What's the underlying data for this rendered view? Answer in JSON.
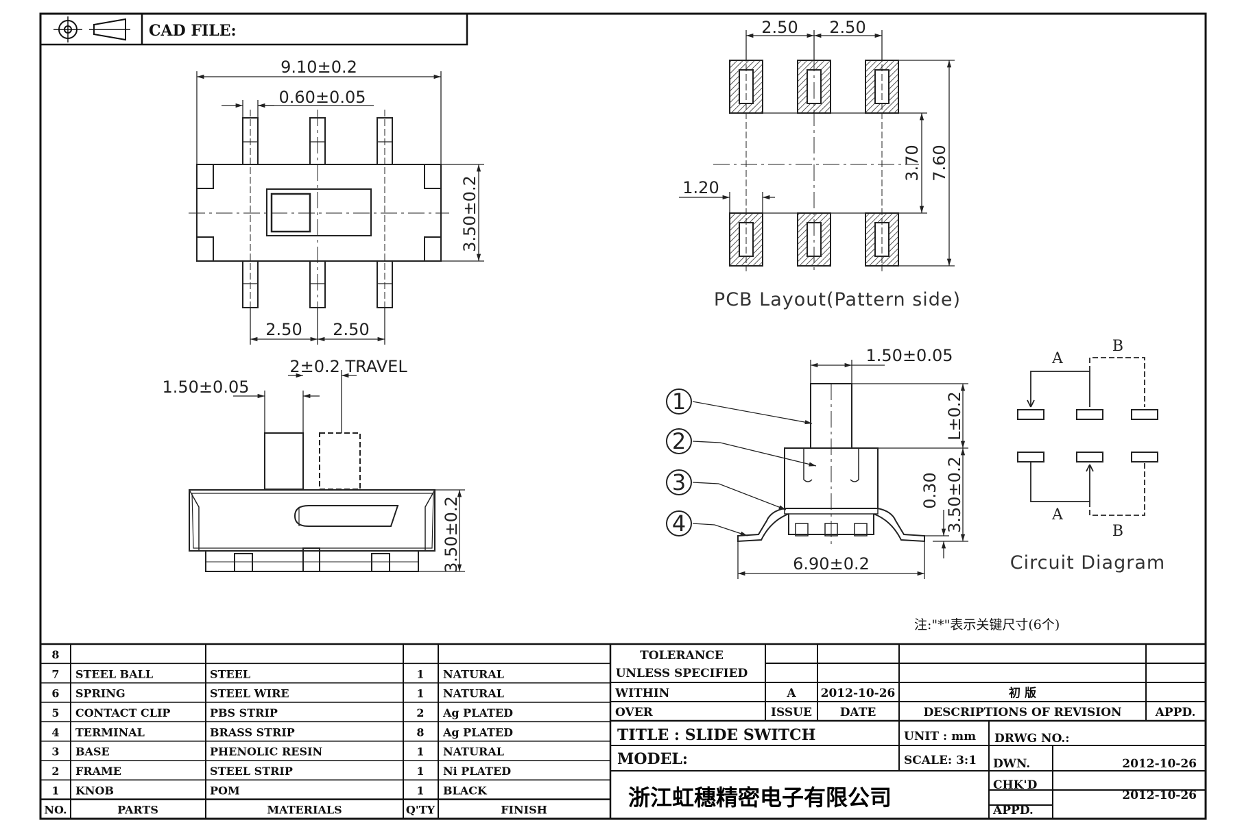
{
  "header": {
    "cad_label": "CAD FILE:"
  },
  "top_view": {
    "dims": {
      "overall_width": "9.10±0.2",
      "pin_width": "0.60±0.05",
      "height": "3.50±0.2",
      "pitch_left": "2.50",
      "pitch_right": "2.50"
    }
  },
  "side_view": {
    "dims": {
      "knob_width": "1.50±0.05",
      "travel": "2±0.2 TRAVEL",
      "height": "3.50±0.2"
    }
  },
  "pcb_layout": {
    "title": "PCB Layout(Pattern side)",
    "dims": {
      "pitch_left": "2.50",
      "pitch_right": "2.50",
      "pad_width": "1.20",
      "inner": "3.70",
      "outer": "7.60"
    }
  },
  "front_view": {
    "dims": {
      "knob_width": "1.50±0.05",
      "knob_height": "L±0.2",
      "offset": "0.30",
      "body_height": "3.50±0.2",
      "base_width": "6.90±0.2"
    },
    "balloons": [
      "1",
      "2",
      "3",
      "4"
    ]
  },
  "circuit": {
    "title": "Circuit Diagram",
    "label_a": "A",
    "label_b": "B"
  },
  "note": "注:\"*\"表示关键尺寸(6个)",
  "bom": {
    "rows": [
      {
        "no": "8",
        "part": "",
        "material": "",
        "qty": "",
        "finish": ""
      },
      {
        "no": "7",
        "part": "STEEL BALL",
        "material": "STEEL",
        "qty": "1",
        "finish": "NATURAL"
      },
      {
        "no": "6",
        "part": "SPRING",
        "material": "STEEL WIRE",
        "qty": "1",
        "finish": "NATURAL"
      },
      {
        "no": "5",
        "part": "CONTACT CLIP",
        "material": "PBS STRIP",
        "qty": "2",
        "finish": "Ag PLATED"
      },
      {
        "no": "4",
        "part": "TERMINAL",
        "material": "BRASS STRIP",
        "qty": "8",
        "finish": "Ag PLATED"
      },
      {
        "no": "3",
        "part": "BASE",
        "material": "PHENOLIC RESIN",
        "qty": "1",
        "finish": "NATURAL"
      },
      {
        "no": "2",
        "part": "FRAME",
        "material": "STEEL STRIP",
        "qty": "1",
        "finish": "Ni PLATED"
      },
      {
        "no": "1",
        "part": "KNOB",
        "material": "POM",
        "qty": "1",
        "finish": "BLACK"
      }
    ],
    "header": {
      "no": "NO.",
      "part": "PARTS",
      "material": "MATERIALS",
      "qty": "Q'TY",
      "finish": "FINISH"
    }
  },
  "title_block": {
    "tolerance": "TOLERANCE",
    "unless": "UNLESS SPECIFIED",
    "within": "WITHIN",
    "over": "OVER",
    "rev_issue": "A",
    "rev_date": "2012-10-26",
    "rev_desc": "初 版",
    "issue_label": "ISSUE",
    "date_label": "DATE",
    "desc_label": "DESCRIPTIONS OF REVISION",
    "appd_label": "APPD.",
    "title": "TITLE : SLIDE SWITCH",
    "unit": "UNIT : mm",
    "drwg_no": "DRWG NO.:",
    "model": "MODEL:",
    "scale": "SCALE: 3:1",
    "dwn_label": "DWN.",
    "dwn_date": "2012-10-26",
    "chkd_label": "CHK'D",
    "chkd_date": "2012-10-26",
    "appd2_label": "APPD.",
    "company": "浙江虹穗精密电子有限公司"
  }
}
